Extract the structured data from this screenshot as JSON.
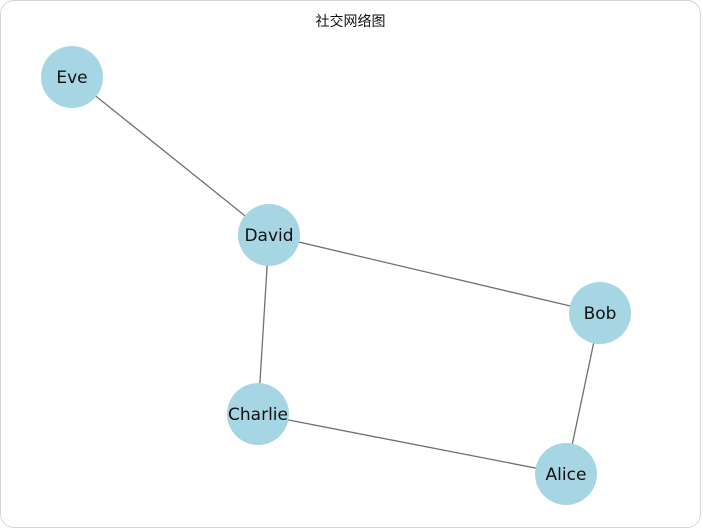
{
  "diagram": {
    "title": "社交网络图",
    "colors": {
      "node_fill": "#a6d5e4",
      "edge_stroke": "#6f6f6f",
      "label_color": "#111111",
      "background": "#ffffff",
      "frame_border": "#d6d6d6"
    },
    "nodes": [
      {
        "id": "eve",
        "label": "Eve"
      },
      {
        "id": "david",
        "label": "David"
      },
      {
        "id": "bob",
        "label": "Bob"
      },
      {
        "id": "charlie",
        "label": "Charlie"
      },
      {
        "id": "alice",
        "label": "Alice"
      }
    ],
    "edges": [
      {
        "source": "eve",
        "target": "david"
      },
      {
        "source": "david",
        "target": "bob"
      },
      {
        "source": "david",
        "target": "charlie"
      },
      {
        "source": "charlie",
        "target": "alice"
      },
      {
        "source": "alice",
        "target": "bob"
      }
    ]
  }
}
